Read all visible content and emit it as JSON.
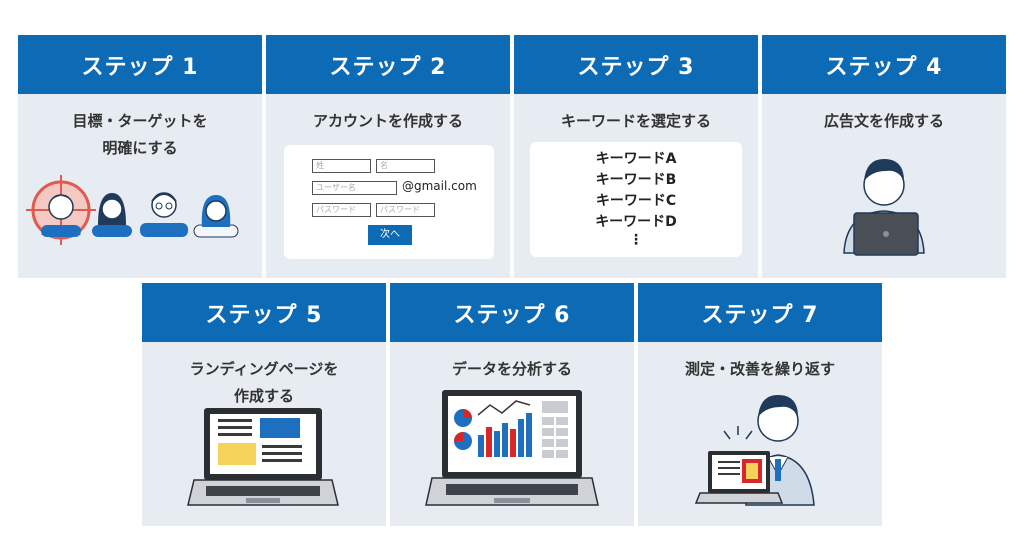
{
  "steps": [
    {
      "header": "ステップ 1",
      "lines": [
        "目標・ターゲットを",
        "明確にする"
      ]
    },
    {
      "header": "ステップ 2",
      "lines": [
        "アカウントを作成する"
      ]
    },
    {
      "header": "ステップ 3",
      "lines": [
        "キーワードを選定する"
      ]
    },
    {
      "header": "ステップ 4",
      "lines": [
        "広告文を作成する"
      ]
    },
    {
      "header": "ステップ 5",
      "lines": [
        "ランディングページを",
        "作成する"
      ]
    },
    {
      "header": "ステップ 6",
      "lines": [
        "データを分析する"
      ]
    },
    {
      "header": "ステップ 7",
      "lines": [
        "測定・改善を繰り返す"
      ]
    }
  ],
  "form": {
    "surname_placeholder": "姓",
    "name_placeholder": "名",
    "username_placeholder": "ユーザー名",
    "email_suffix": "@gmail.com",
    "password_placeholder": "パスワード",
    "password_confirm_placeholder": "パスワード",
    "next_label": "次へ"
  },
  "keywords": [
    "キーワードA",
    "キーワードB",
    "キーワードC",
    "キーワードD",
    "⋮"
  ],
  "colors": {
    "header_blue": "#0d6bb5",
    "card_bg": "#e6ecf1",
    "target_red": "#e05a4e",
    "bar_red": "#d9262b"
  }
}
